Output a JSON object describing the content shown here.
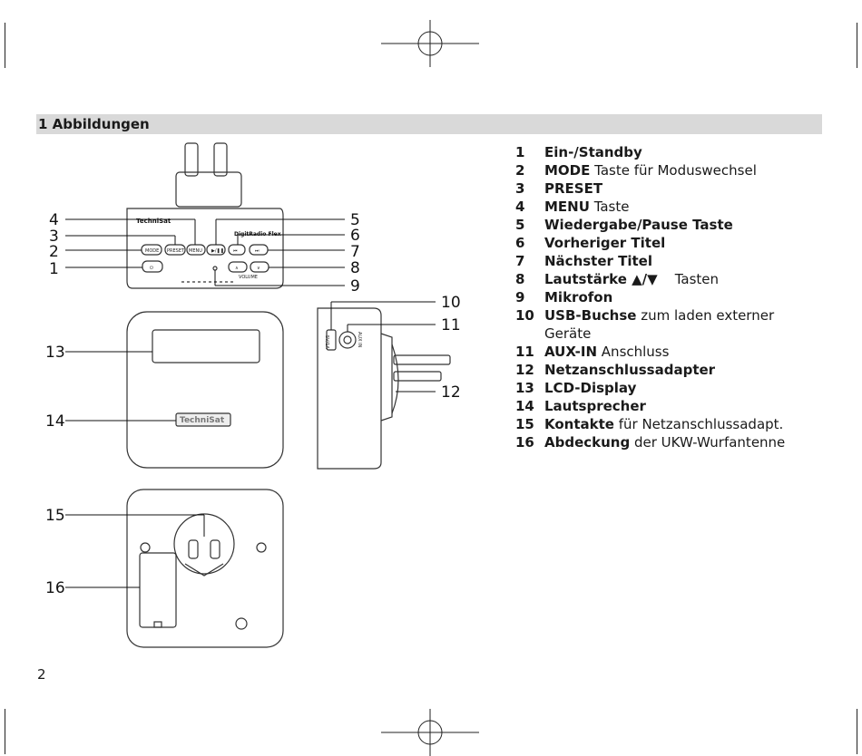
{
  "section": {
    "title": "1 Abbildungen"
  },
  "page_number": "2",
  "figure": {
    "brand_label": "TechniSat",
    "model_label": "DigitRadio Flex",
    "buttons": {
      "mode": "MODE",
      "preset": "PRESET",
      "menu": "MENU",
      "play_pause": "▶/❚❚",
      "prev": "⏮",
      "next": "⏭",
      "vol_up": "∧",
      "vol_down": "∨",
      "volume": "VOLUME",
      "power": "⏻"
    },
    "side_labels": {
      "usb": "5V/1A",
      "aux": "AUX IN"
    },
    "callouts": [
      "4",
      "3",
      "2",
      "1",
      "5",
      "6",
      "7",
      "8",
      "9",
      "10",
      "11",
      "12",
      "13",
      "14",
      "15",
      "16"
    ]
  },
  "legend": [
    {
      "num": "1",
      "bold": "Ein-/Standby",
      "rest": ""
    },
    {
      "num": "2",
      "bold": "MODE",
      "rest": " Taste für Moduswechsel"
    },
    {
      "num": "3",
      "bold": "PRESET",
      "rest": ""
    },
    {
      "num": "4",
      "bold": "MENU",
      "rest": " Taste"
    },
    {
      "num": "5",
      "bold": "Wiedergabe/Pause Taste",
      "rest": ""
    },
    {
      "num": "6",
      "bold": "Vorheriger Titel",
      "rest": ""
    },
    {
      "num": "7",
      "bold": "Nächster Titel",
      "rest": ""
    },
    {
      "num": "8",
      "bold": "Lautstärke ▲/▼",
      "rest": "    Tasten"
    },
    {
      "num": "9",
      "bold": "Mikrofon",
      "rest": ""
    },
    {
      "num": "10",
      "bold": "USB-Buchse",
      "rest": " zum laden externer Geräte"
    },
    {
      "num": "11",
      "bold": "AUX-IN",
      "rest": " Anschluss"
    },
    {
      "num": "12",
      "bold": "Netzanschlussadapter",
      "rest": ""
    },
    {
      "num": "13",
      "bold": "LCD-Display",
      "rest": ""
    },
    {
      "num": "14",
      "bold": "Lautsprecher",
      "rest": ""
    },
    {
      "num": "15",
      "bold": "Kontakte",
      "rest": " für Netzanschlussadapt."
    },
    {
      "num": "16",
      "bold": "Abdeckung",
      "rest": " der UKW-Wurfantenne"
    }
  ]
}
